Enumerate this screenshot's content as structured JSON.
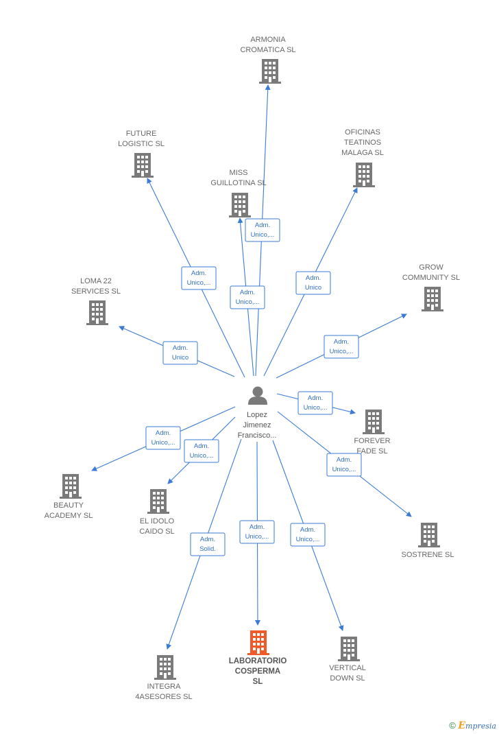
{
  "colors": {
    "edge": "#3a7bd5",
    "building": "#7a7a7a",
    "building_highlight": "#f05a28",
    "person": "#7a7a7a"
  },
  "center": {
    "name_lines": [
      "Lopez",
      "Jimenez",
      "Francisco..."
    ],
    "icon": "person-icon"
  },
  "companies": [
    {
      "id": "armonia",
      "lines": [
        "ARMONIA",
        "CROMATICA  SL"
      ],
      "role": [
        "Adm.",
        "Unico,..."
      ]
    },
    {
      "id": "future",
      "lines": [
        "FUTURE",
        "LOGISTIC  SL"
      ],
      "role": [
        "Adm.",
        "Unico,..."
      ]
    },
    {
      "id": "miss",
      "lines": [
        "MISS",
        "GUILLOTINA  SL"
      ],
      "role": [
        "Adm.",
        "Unico,..."
      ]
    },
    {
      "id": "oficinas",
      "lines": [
        "OFICINAS",
        "TEATINOS",
        "MALAGA SL"
      ],
      "role": [
        "Adm.",
        "Unico"
      ]
    },
    {
      "id": "grow",
      "lines": [
        "GROW",
        "COMMUNITY  SL"
      ],
      "role": [
        "Adm.",
        "Unico,..."
      ]
    },
    {
      "id": "loma",
      "lines": [
        "LOMA 22",
        "SERVICES SL"
      ],
      "role": [
        "Adm.",
        "Unico"
      ]
    },
    {
      "id": "forever",
      "lines": [
        "FOREVER",
        "FADE  SL"
      ],
      "role": [
        "Adm.",
        "Unico,..."
      ]
    },
    {
      "id": "sostrene",
      "lines": [
        "SOSTRENE  SL"
      ],
      "role": [
        "Adm.",
        "Unico,..."
      ]
    },
    {
      "id": "beauty",
      "lines": [
        "BEAUTY",
        "ACADEMY SL"
      ],
      "role": [
        "Adm.",
        "Unico,..."
      ]
    },
    {
      "id": "idolo",
      "lines": [
        "EL IDOLO",
        "CAIDO  SL"
      ],
      "role": [
        "Adm.",
        "Unico,..."
      ]
    },
    {
      "id": "integra",
      "lines": [
        "INTEGRA",
        "4ASESORES  SL"
      ],
      "role": [
        "Adm.",
        "Solid."
      ]
    },
    {
      "id": "laboratorio",
      "lines": [
        "LABORATORIO",
        "COSPERMA",
        "SL"
      ],
      "role": [
        "Adm.",
        "Unico,..."
      ],
      "highlight": true
    },
    {
      "id": "vertical",
      "lines": [
        "VERTICAL",
        "DOWN  SL"
      ],
      "role": [
        "Adm.",
        "Unico,..."
      ]
    }
  ],
  "footer": {
    "copyright": "©",
    "brand_initial": "E",
    "brand_rest": "mpresia"
  }
}
